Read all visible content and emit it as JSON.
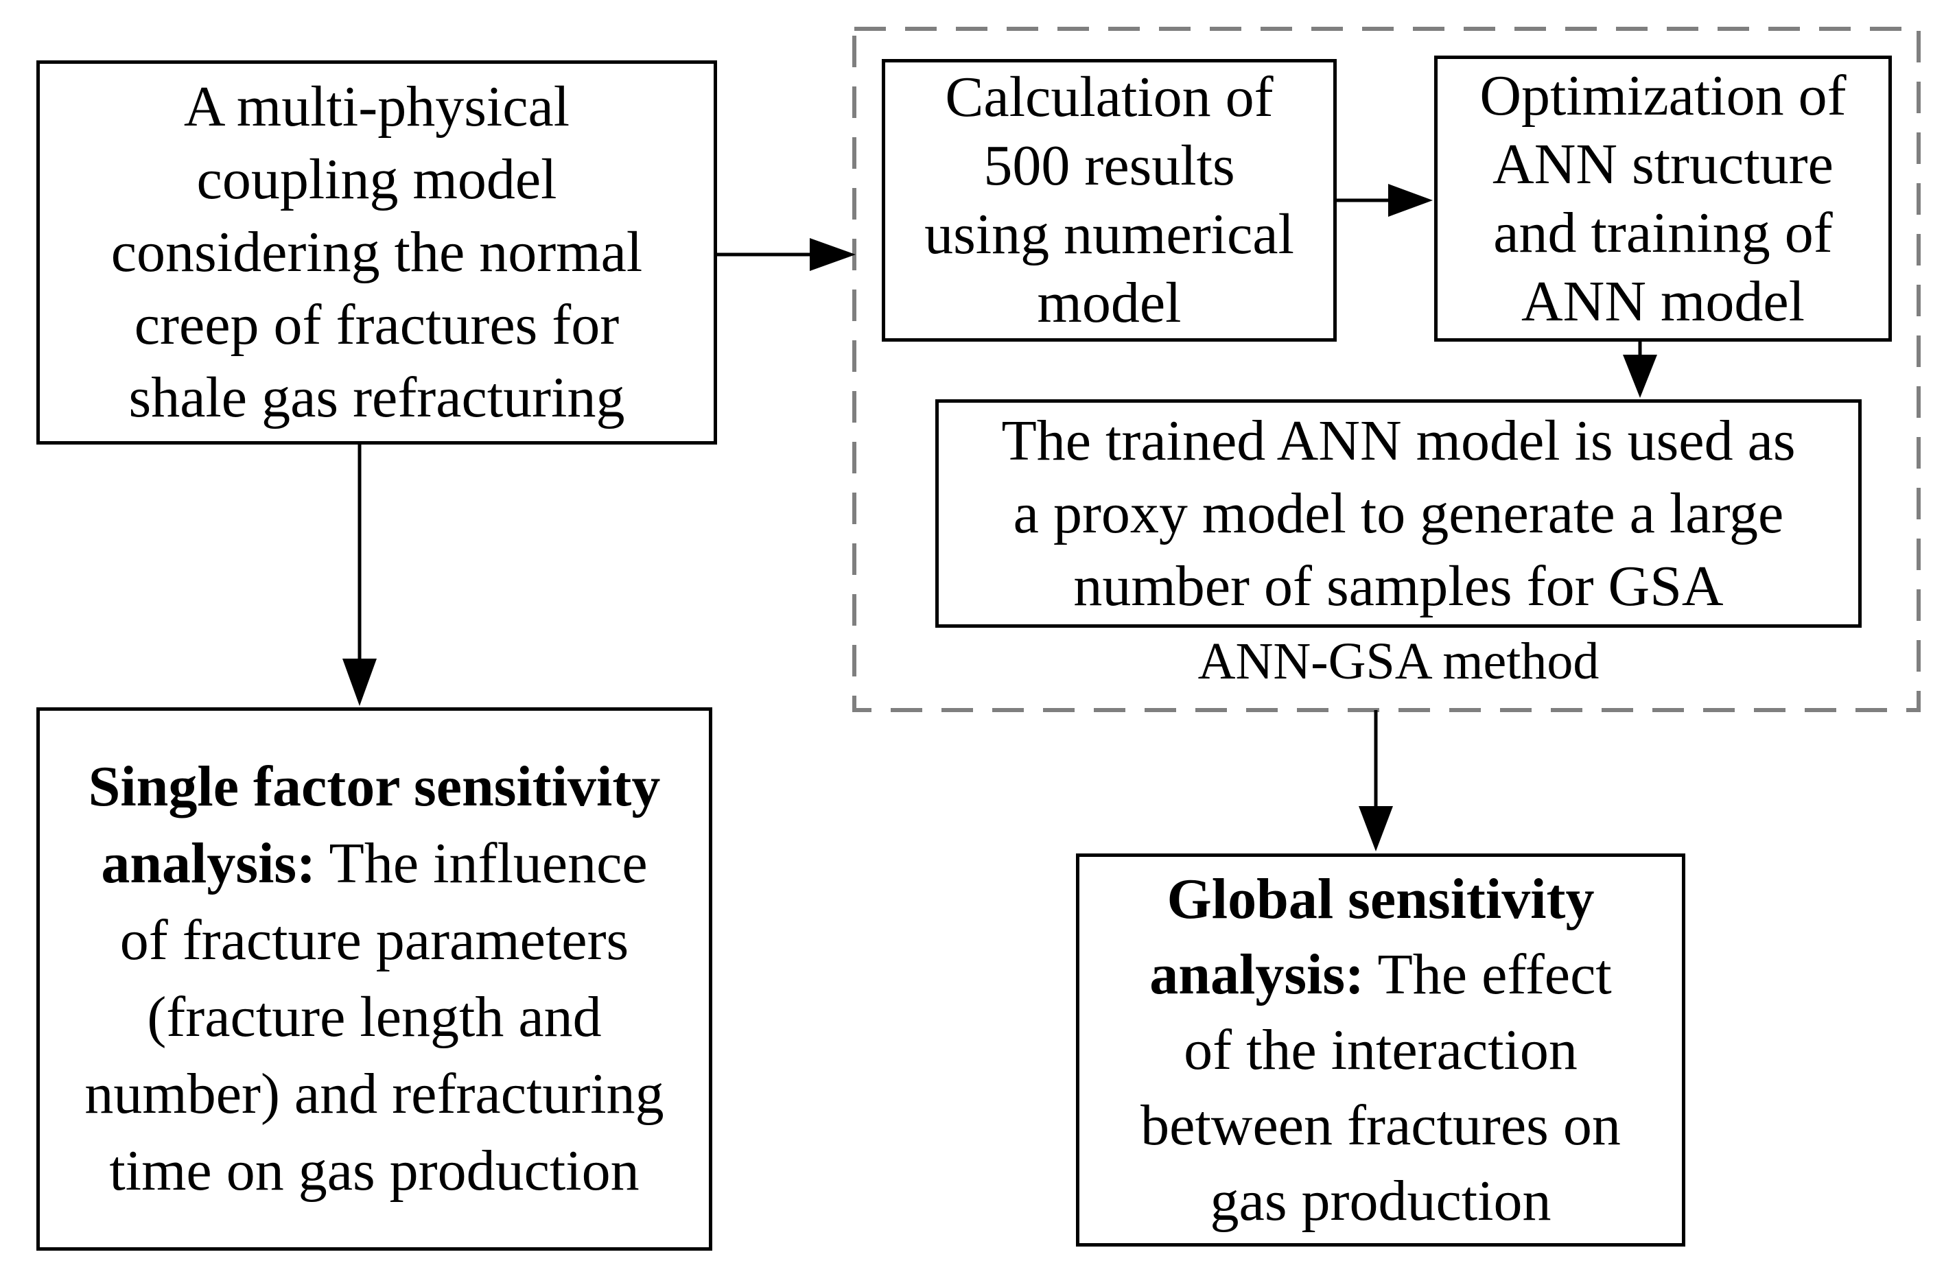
{
  "diagram": {
    "boxes": {
      "model": {
        "text": "A multi-physical\ncoupling model\nconsidering the normal\ncreep of fractures for\nshale gas refracturing"
      },
      "calculation": {
        "text": "Calculation of\n500 results\nusing numerical\nmodel"
      },
      "optimization": {
        "text": "Optimization of\nANN structure\nand training of\nANN model"
      },
      "trained_ann": {
        "text": "The trained ANN model is used as\na proxy model  to generate a large\nnumber of samples for GSA"
      },
      "single_factor": {
        "bold": "Single factor sensitivity\nanalysis:",
        "rest": " The influence\nof fracture parameters\n(fracture length and\nnumber) and refracturing\ntime on gas production"
      },
      "global": {
        "bold": "Global sensitivity\nanalysis:",
        "rest": " The effect\nof the interaction\nbetween fractures on\ngas production"
      }
    },
    "labels": {
      "ann_gsa_method": "ANN-GSA method"
    },
    "colors": {
      "box_border": "#000000",
      "dashed_border": "#7f7f7f",
      "arrow": "#000000",
      "text": "#000000",
      "background": "#ffffff"
    }
  }
}
